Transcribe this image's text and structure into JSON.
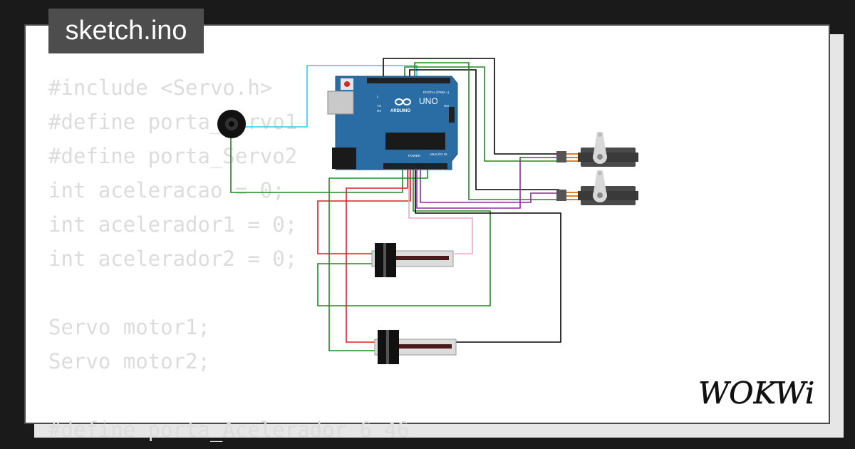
{
  "title": "sketch.ino",
  "code_lines": [
    "#include <Servo.h>",
    "#define porta_Servo1",
    "#define porta_Servo2",
    "int aceleracao = 0;",
    "int acelerador1 = 0;",
    "int acelerador2 = 0;",
    "",
    "Servo motor1;",
    "Servo motor2;",
    "",
    "#define porta_Acelerador 6 46"
  ],
  "board": {
    "brand": "ARDUINO",
    "model": "UNO",
    "digital_label": "DIGITAL (PWM ~)",
    "power_label": "POWER",
    "analog_label": "ANALOG IN",
    "tx_label": "TX",
    "rx_label": "RX",
    "on_label": "ON",
    "l_label": "L"
  },
  "logo_text": "WOKWi",
  "colors": {
    "board": "#2a6da4",
    "wire_black": "#000000",
    "wire_green": "#1e8a1e",
    "wire_red": "#d92020",
    "wire_cyan": "#2fd0e6",
    "wire_purple": "#8a2a9a",
    "wire_pink": "#f0a8c0"
  }
}
